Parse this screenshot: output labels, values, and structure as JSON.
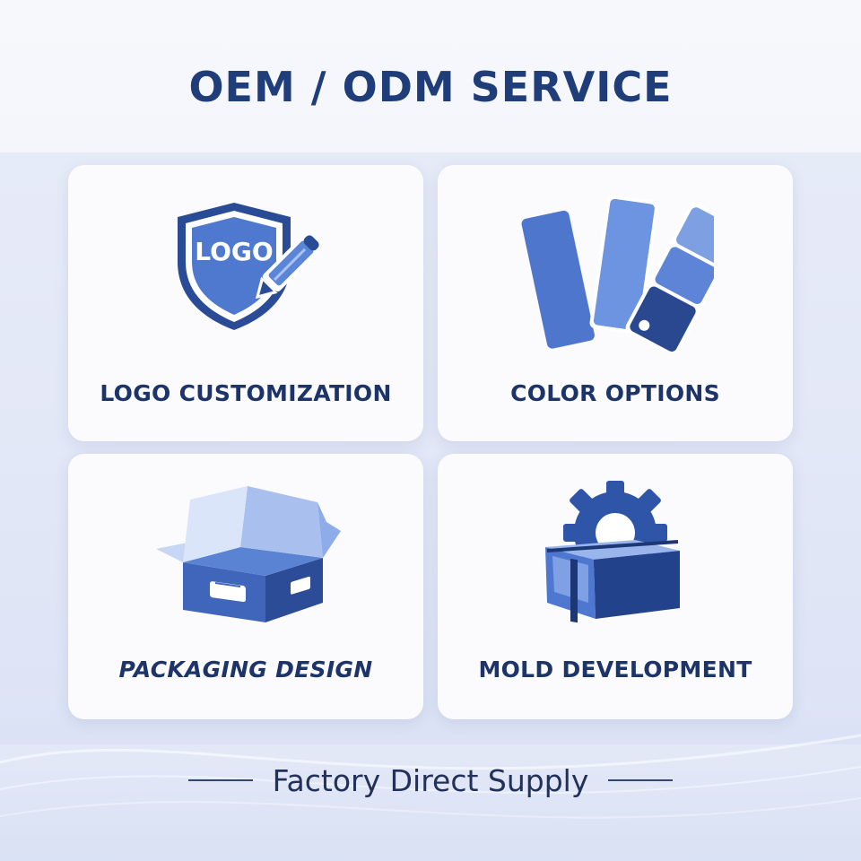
{
  "title": "OEM / ODM SERVICE",
  "colors": {
    "title": "#1f3d78",
    "icon_primary": "#3f69c2",
    "icon_light": "#8fb0ea",
    "icon_dark": "#1f3c82",
    "label": "#1d3468"
  },
  "services": [
    {
      "label": "LOGO CUSTOMIZATION",
      "icon": "logo-shield-pencil-icon",
      "badge_text": "LOGO"
    },
    {
      "label": "COLOR OPTIONS",
      "icon": "color-swatch-icon"
    },
    {
      "label": "PACKAGING DESIGN",
      "icon": "open-box-icon"
    },
    {
      "label": "MOLD DEVELOPMENT",
      "icon": "mold-gear-icon"
    }
  ],
  "footer": {
    "text": "Factory Direct Supply"
  }
}
